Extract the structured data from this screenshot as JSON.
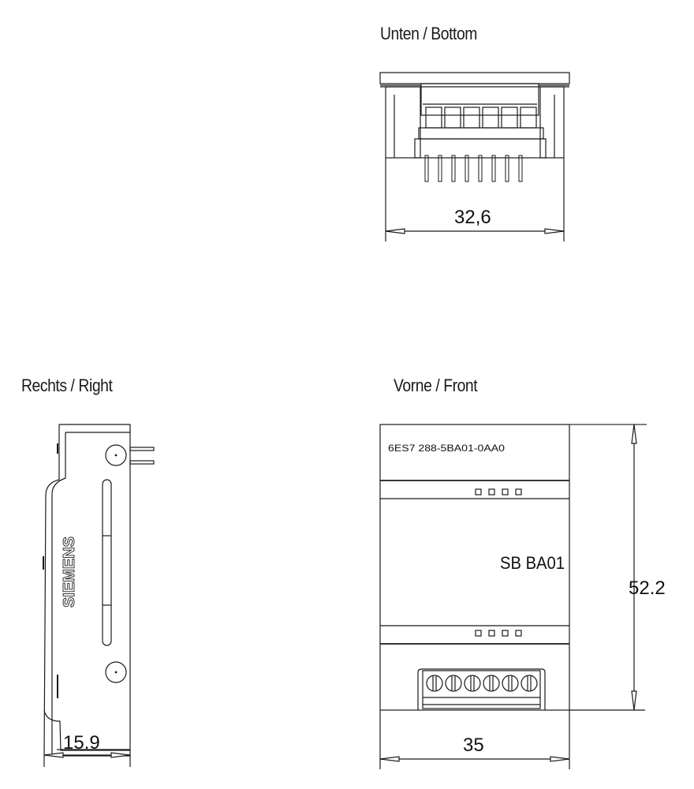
{
  "views": {
    "bottom": {
      "title": "Unten / Bottom",
      "dimension_width": "32,6"
    },
    "right": {
      "title": "Rechts / Right",
      "dimension_width": "15.9",
      "brand_text": "SIEMENS"
    },
    "front": {
      "title": "Vorne / Front",
      "part_number": "6ES7 288-5BA01-0AA0",
      "module_label": "SB BA01",
      "dimension_width": "35",
      "dimension_height": "52.2",
      "led_count_top": 4,
      "led_count_bottom": 4,
      "terminal_count": 6
    }
  },
  "colors": {
    "line": "#1a1a1a",
    "background": "#ffffff"
  }
}
